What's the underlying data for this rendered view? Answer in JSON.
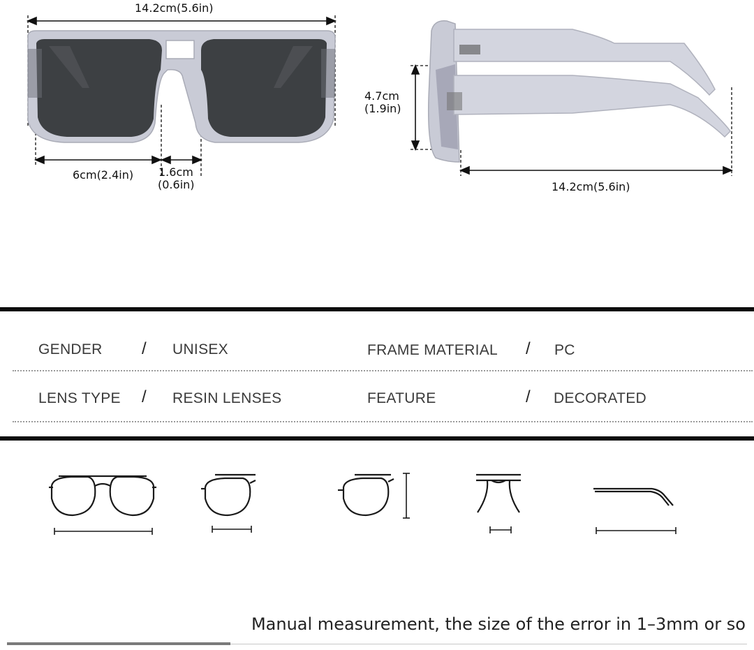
{
  "dimensions": {
    "front_width": "14.2cm(5.6in)",
    "lens_width": "6cm(2.4in)",
    "bridge_width_cm": "1.6cm",
    "bridge_width_in": "(0.6in)",
    "lens_height_cm": "4.7cm",
    "lens_height_in": "(1.9in)",
    "temple_length": "14.2cm(5.6in)"
  },
  "specs": {
    "separator": "/",
    "rows": [
      {
        "left_label": "GENDER",
        "left_value": "UNISEX",
        "right_label": "FRAME MATERIAL",
        "right_value": "PC"
      },
      {
        "left_label": "LENS TYPE",
        "left_value": "RESIN LENSES",
        "right_label": "FEATURE",
        "right_value": "DECORATED"
      }
    ]
  },
  "measurement_icons": [
    "frame-width-icon",
    "lens-width-icon",
    "lens-height-icon",
    "bridge-width-icon",
    "temple-length-icon"
  ],
  "footer": {
    "note": "Manual measurement, the size of the error in 1–3mm or so"
  },
  "colors": {
    "frame": "#c9cbd6",
    "lens": "#3d4043",
    "rule": "#0b0b0b"
  }
}
